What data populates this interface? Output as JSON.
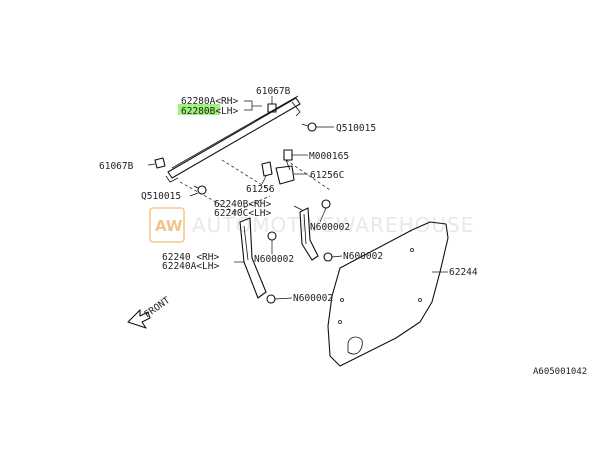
{
  "labels": {
    "p61067b_top": "61067B",
    "p62280a": "62280A<RH>",
    "p62280b": "62280B<LH>",
    "q510015_right": "Q510015",
    "p61067b_left": "61067B",
    "m000165": "M000165",
    "p61256c": "61256C",
    "q510015_left": "Q510015",
    "p61256": "61256",
    "p62240b": "62240B<RH>",
    "p62240c": "62240C<LH>",
    "n600002_a": "N600002",
    "n600002_b": "N600002",
    "n600002_c": "N600002",
    "p62240": "62240 <RH>",
    "p62240a": "62240A<LH>",
    "n600002_d": "N600002",
    "p62244": "62244",
    "front": "FRONT",
    "ref_code": "A605001042"
  },
  "watermark": {
    "logo": "AW",
    "text": "AUTOMOTIVEWAREHOUSE"
  },
  "highlight": {
    "part": "62280B<LH>",
    "color": "#9ef27a"
  }
}
